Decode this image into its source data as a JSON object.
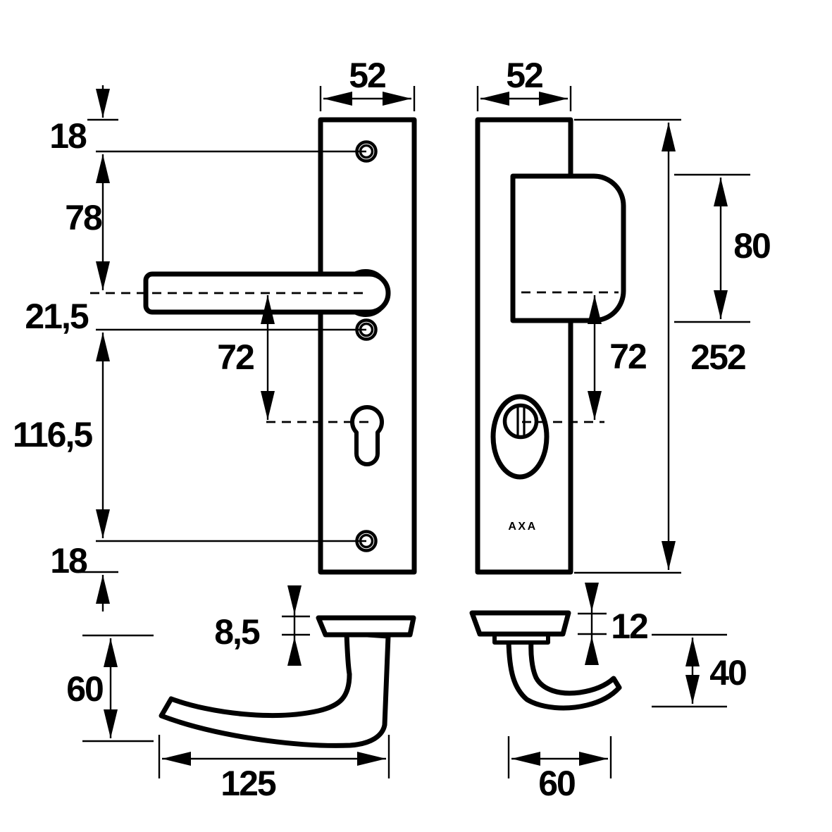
{
  "brand_label": "AXA",
  "dims": {
    "plate_width_left": "52",
    "plate_width_right": "52",
    "top_to_screw1": "18",
    "screw1_to_handle_axis": "78",
    "handle_axis_to_screw2": "21,5",
    "handle_axis_to_cylinder_left": "72",
    "screw2_to_screw3": "116,5",
    "screw3_to_bottom": "18",
    "grip_height": "80",
    "plate_height": "252",
    "handle_axis_to_cylinder_right": "72",
    "rose_thickness_lever": "8,5",
    "lever_drop": "60",
    "lever_length": "125",
    "rose_thickness_pull": "12",
    "pull_drop": "40",
    "pull_length": "60"
  }
}
